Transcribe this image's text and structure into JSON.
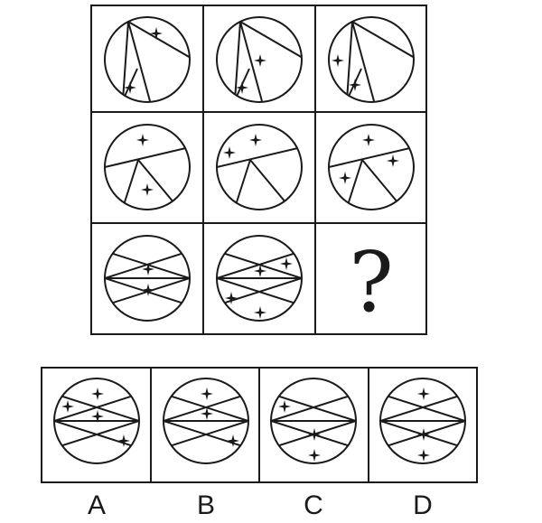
{
  "question_mark": "?",
  "matrix": {
    "rows": [
      [
        {
          "figure": "circle-chords-type1",
          "stars": 2
        },
        {
          "figure": "circle-chords-type1",
          "stars": 2
        },
        {
          "figure": "circle-chords-type1",
          "stars": 2
        }
      ],
      [
        {
          "figure": "circle-chords-type2",
          "stars": 2
        },
        {
          "figure": "circle-chords-type2",
          "stars": 2
        },
        {
          "figure": "circle-chords-type2",
          "stars": 3
        }
      ],
      [
        {
          "figure": "circle-chords-type3",
          "stars": 2
        },
        {
          "figure": "circle-chords-type3",
          "stars": 4
        },
        {
          "figure": "unknown",
          "stars": null
        }
      ]
    ]
  },
  "options": [
    {
      "label": "A",
      "figure": "circle-chords-type3",
      "stars": 4
    },
    {
      "label": "B",
      "figure": "circle-chords-type3",
      "stars": 3
    },
    {
      "label": "C",
      "figure": "circle-chords-type3",
      "stars": 3
    },
    {
      "label": "D",
      "figure": "circle-chords-type3",
      "stars": 3
    }
  ],
  "colors": {
    "stroke": "#1a1a1a",
    "background": "#ffffff"
  }
}
